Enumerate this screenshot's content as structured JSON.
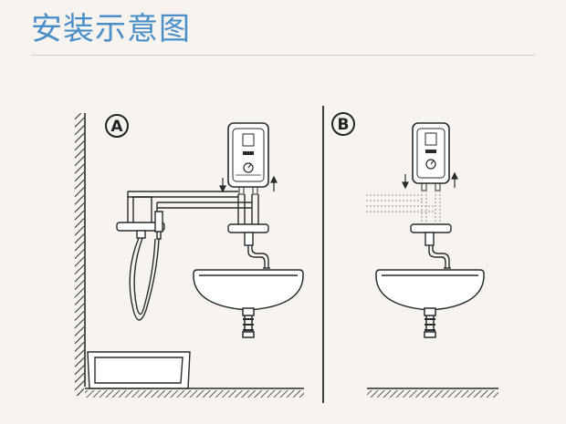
{
  "header": {
    "title": "安装示意图"
  },
  "diagram": {
    "option_a": {
      "label": "A"
    },
    "option_b": {
      "label": "B"
    },
    "colors": {
      "line": "#2a2a2a",
      "background": "#f7f4ef",
      "title": "#4a8ec9",
      "dashed": "#b9b3a8"
    },
    "icons": [
      "water-heater-icon",
      "faucet-icon",
      "shower-handset-icon",
      "sink-basin-icon",
      "bathtub-icon",
      "wall-hatch-icon",
      "flow-arrow-icon"
    ]
  }
}
